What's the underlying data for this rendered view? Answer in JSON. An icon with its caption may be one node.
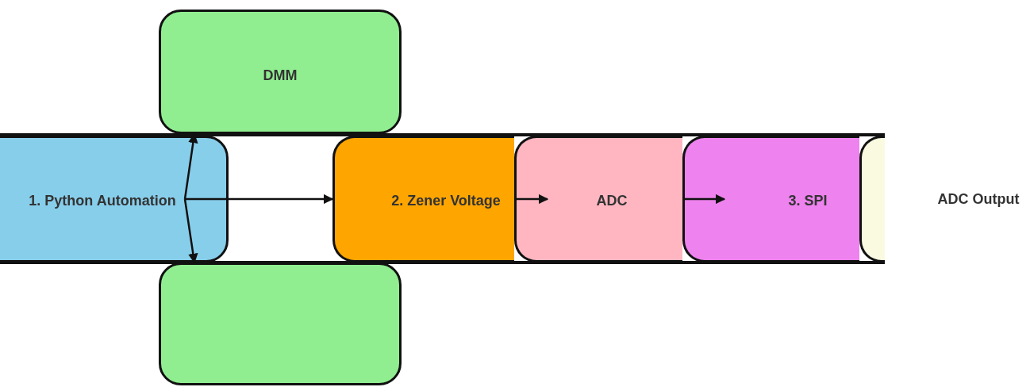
{
  "diagram": {
    "nodes": [
      {
        "text": [
          "1. Python Automation"
        ]
      },
      {
        "text": [
          "DMM"
        ]
      },
      {
        "text": [],
        "shape": "box"
      },
      {
        "text": [
          "2. Zener Voltage"
        ]
      },
      {
        "text": [
          "ADC"
        ]
      },
      {
        "text": [
          "3. SPI"
        ]
      },
      {
        "text": [],
        "shape": "box",
        "beside": [
          "ADC Output"
        ]
      }
    ],
    "edges": [
      {
        "from": 0,
        "to": 1,
        "arrow": "to"
      },
      {
        "from": 0,
        "to": 2,
        "arrow": "to"
      },
      {
        "from": 0,
        "to": 3,
        "arrow": "to"
      },
      {
        "from": 3,
        "to": 4,
        "arrow": "to"
      },
      {
        "from": 4,
        "to": 5,
        "arrow": "to"
      }
    ]
  }
}
